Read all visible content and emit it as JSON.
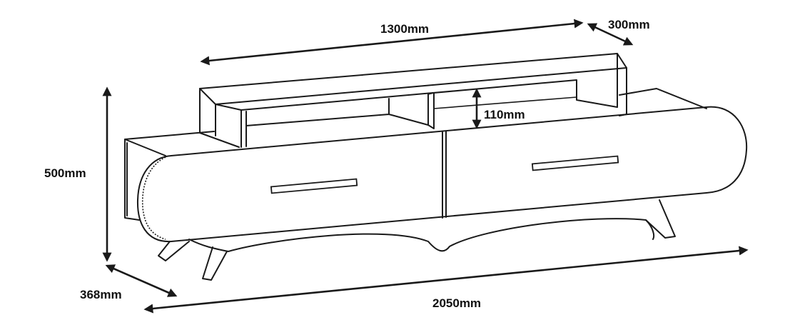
{
  "dimensions": {
    "top_width": "1300mm",
    "top_depth": "300mm",
    "shelf_height": "110mm",
    "total_height": "500mm",
    "base_depth": "368mm",
    "total_width": "2050mm"
  },
  "colors": {
    "line": "#1a1a1a",
    "background": "#ffffff"
  }
}
